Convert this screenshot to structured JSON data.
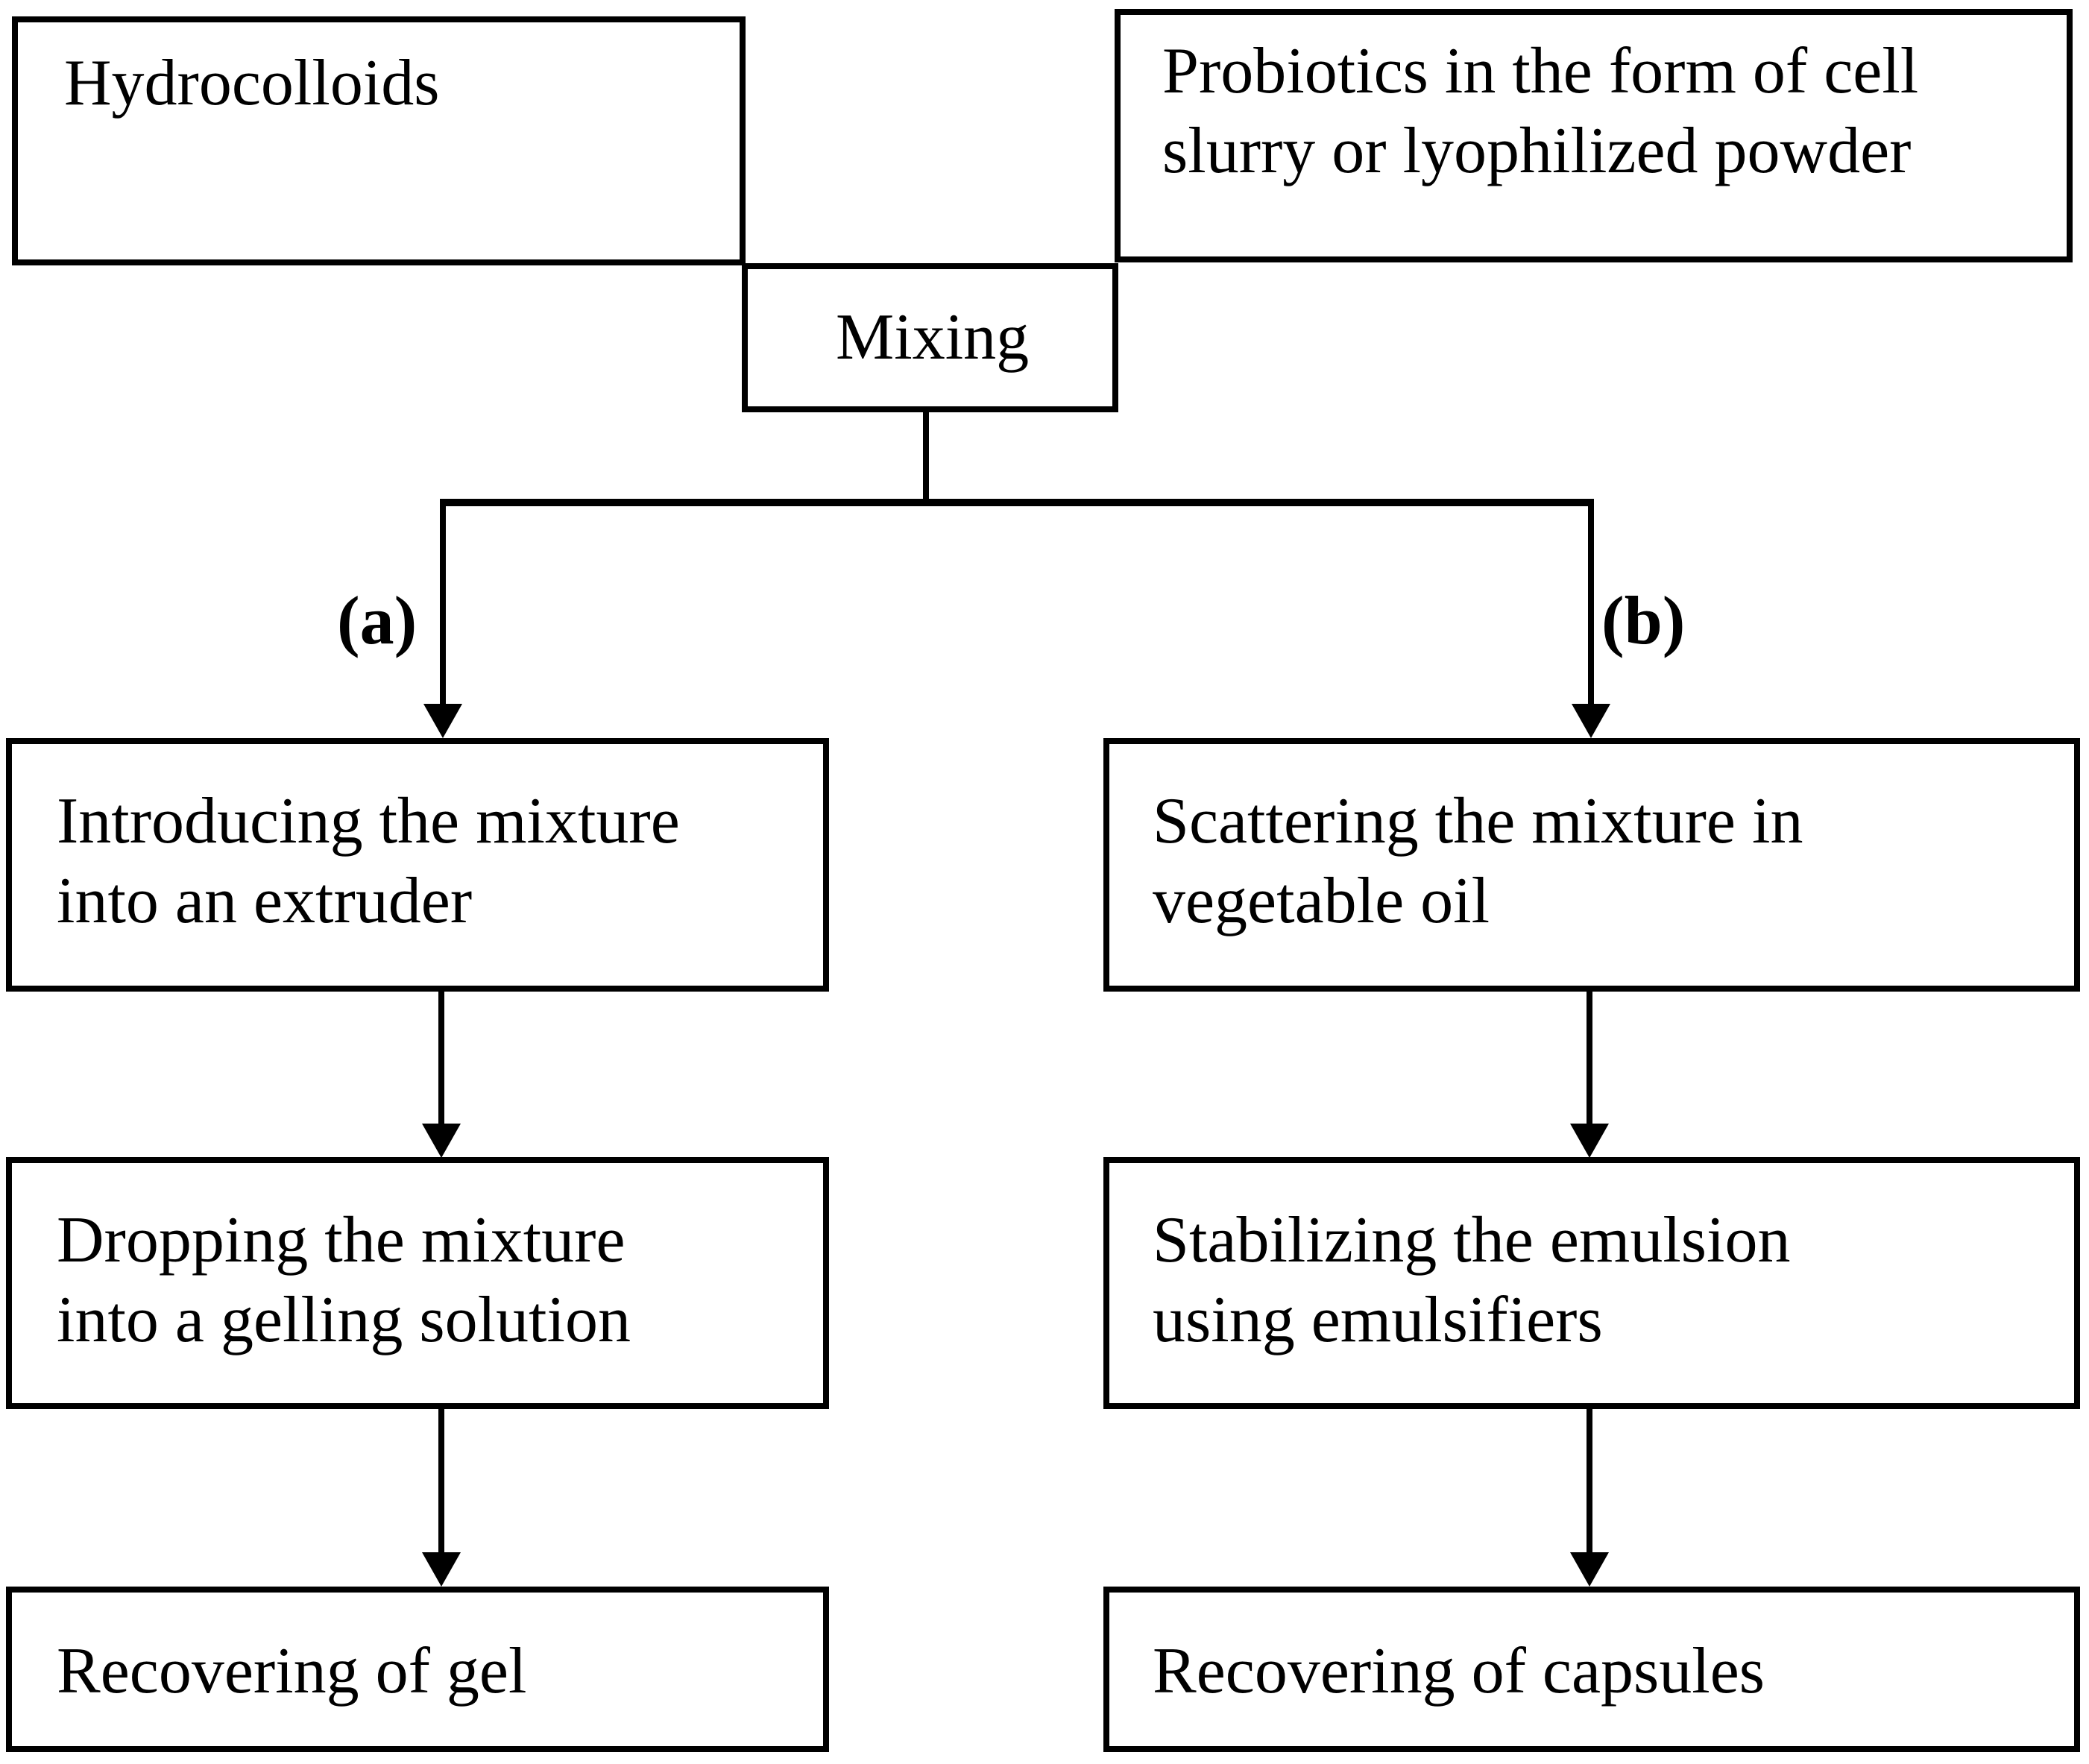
{
  "diagram": {
    "title": "Probiotic encapsulation process flowchart",
    "colors": {
      "stroke": "#000000",
      "background": "#ffffff",
      "text": "#000000"
    },
    "nodes": {
      "hydrocolloids": "Hydrocolloids",
      "probiotics": "Probiotics in the form of cell\nslurry or lyophilized powder",
      "mixing": "Mixing",
      "extruder": "Introducing the mixture\ninto an extruder",
      "scattering": "Scattering the mixture in\nvegetable oil",
      "dropping": "Dropping the mixture\ninto a gelling solution",
      "stabilizing": "Stabilizing the emulsion\nusing emulsifiers",
      "gel": "Recovering of gel",
      "capsules": "Recovering of capsules"
    },
    "branch_labels": {
      "a": "(a)",
      "b": "(b)"
    }
  },
  "chart_data": {
    "type": "diagram",
    "title": "Probiotic encapsulation process flowchart",
    "nodes": [
      {
        "id": "hydrocolloids",
        "label": "Hydrocolloids",
        "row": 0,
        "column": "left"
      },
      {
        "id": "probiotics",
        "label": "Probiotics in the form of cell slurry or lyophilized powder",
        "row": 0,
        "column": "right"
      },
      {
        "id": "mixing",
        "label": "Mixing",
        "row": 1,
        "column": "center"
      },
      {
        "id": "extruder",
        "label": "Introducing the mixture into an extruder",
        "row": 2,
        "column": "left"
      },
      {
        "id": "scattering",
        "label": "Scattering the mixture in vegetable oil",
        "row": 2,
        "column": "right"
      },
      {
        "id": "dropping",
        "label": "Dropping the mixture into a gelling solution",
        "row": 3,
        "column": "left"
      },
      {
        "id": "stabilizing",
        "label": "Stabilizing the emulsion using emulsifiers",
        "row": 3,
        "column": "right"
      },
      {
        "id": "gel",
        "label": "Recovering of gel",
        "row": 4,
        "column": "left"
      },
      {
        "id": "capsules",
        "label": "Recovering of capsules",
        "row": 4,
        "column": "right"
      }
    ],
    "edges": [
      {
        "from": "hydrocolloids",
        "to": "mixing",
        "label": "",
        "arrow": false
      },
      {
        "from": "probiotics",
        "to": "mixing",
        "label": "",
        "arrow": false
      },
      {
        "from": "mixing",
        "to": "extruder",
        "label": "(a)",
        "arrow": true
      },
      {
        "from": "mixing",
        "to": "scattering",
        "label": "(b)",
        "arrow": true
      },
      {
        "from": "extruder",
        "to": "dropping",
        "label": "",
        "arrow": true
      },
      {
        "from": "dropping",
        "to": "gel",
        "label": "",
        "arrow": true
      },
      {
        "from": "scattering",
        "to": "stabilizing",
        "label": "",
        "arrow": true
      },
      {
        "from": "stabilizing",
        "to": "capsules",
        "label": "",
        "arrow": true
      }
    ],
    "branches": [
      "(a)",
      "(b)"
    ]
  }
}
